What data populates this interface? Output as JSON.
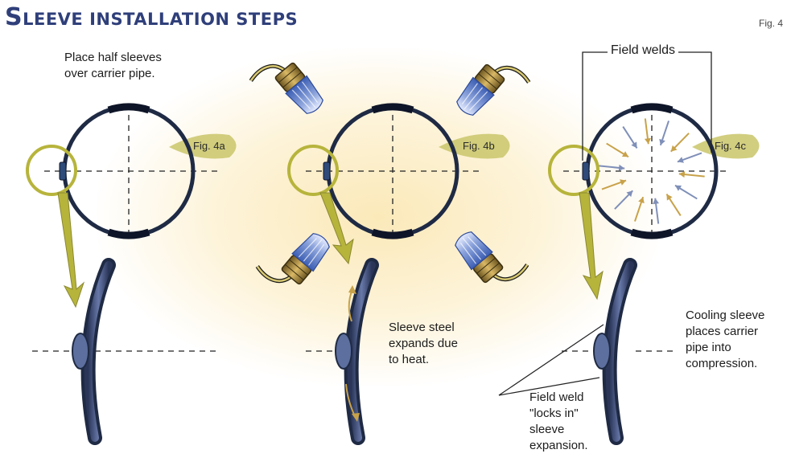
{
  "title": {
    "first_letter": "S",
    "rest": "LEEVE INSTALLATION STEPS"
  },
  "figure_number": "Fig. 4",
  "steps": [
    {
      "badge": "Fig. 4a",
      "caption_lines": [
        "Place half sleeves",
        "over carrier pipe."
      ]
    },
    {
      "badge": "Fig. 4b",
      "caption_lines": [
        "Sleeve steel",
        "expands due",
        "to heat."
      ]
    },
    {
      "badge": "Fig. 4c",
      "caption_lines": [
        "Cooling sleeve",
        "places carrier",
        "pipe into",
        "compression."
      ]
    }
  ],
  "field_welds_label": "Field welds",
  "field_weld_note_lines": [
    "Field weld",
    "\"locks in\"",
    "sleeve",
    "expansion."
  ],
  "colors": {
    "pipe_ring": "#1f2a44",
    "callout": "#b7b43c",
    "badge": "#c9c56a",
    "torch_nozzle": "#b08d3c",
    "flame": "#6f88cc",
    "arrow_heat": "#c8a24a",
    "arrow_cool": "#7f8fb8"
  }
}
